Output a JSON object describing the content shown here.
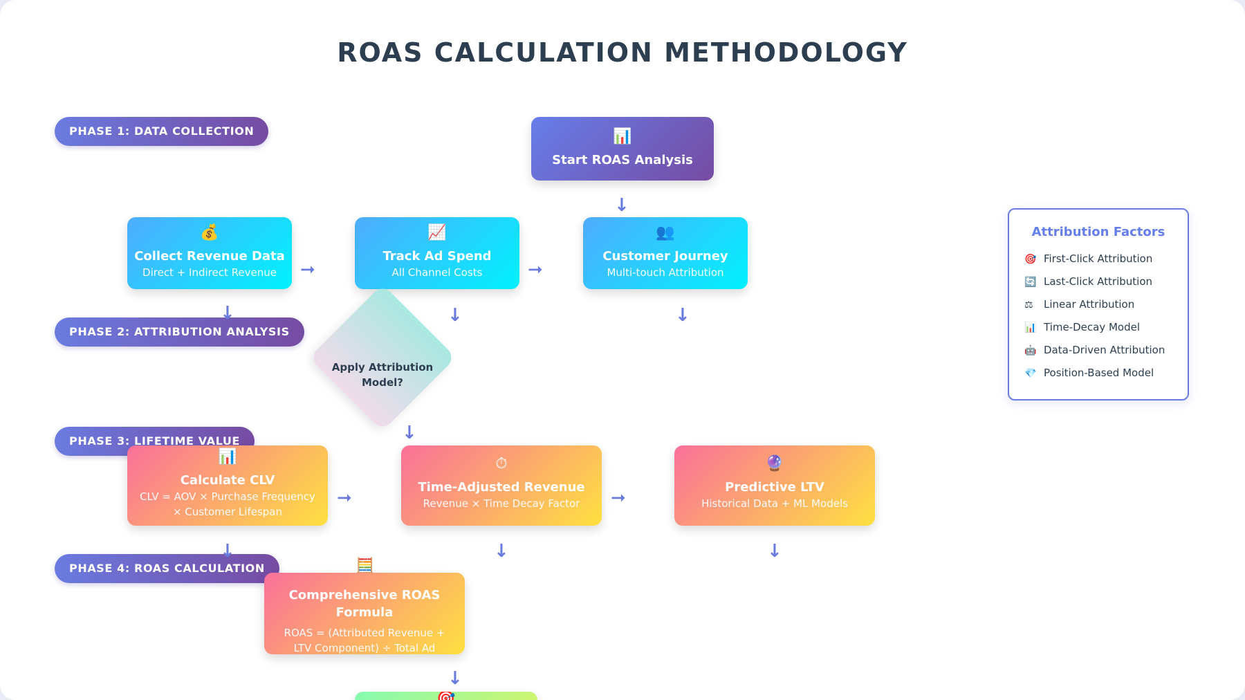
{
  "title": "ROAS CALCULATION METHODOLOGY",
  "phases": [
    {
      "label": "PHASE 1: DATA COLLECTION"
    },
    {
      "label": "PHASE 2: ATTRIBUTION ANALYSIS"
    },
    {
      "label": "PHASE 3: LIFETIME VALUE"
    },
    {
      "label": "PHASE 4: ROAS CALCULATION"
    }
  ],
  "nodes": {
    "start": {
      "icon": "📊",
      "title": "Start ROAS Analysis",
      "color": "#667eea"
    },
    "collect_revenue": {
      "icon": "💰",
      "title": "Collect Revenue Data",
      "subtitle": "Direct + Indirect Revenue"
    },
    "track_ad_spend": {
      "icon": "📈",
      "title": "Track Ad Spend",
      "subtitle": "All Channel Costs"
    },
    "customer_journey": {
      "icon": "👥",
      "title": "Customer Journey",
      "subtitle": "Multi-touch Attribution"
    },
    "attribution_decision": {
      "title": "Apply Attribution Model?"
    },
    "calculate_clv": {
      "icon": "📊",
      "title": "Calculate CLV",
      "subtitle": "CLV = AOV × Purchase Frequency × Customer Lifespan"
    },
    "time_adjusted": {
      "icon": "⏱",
      "title": "Time-Adjusted Revenue",
      "subtitle": "Revenue × Time Decay Factor"
    },
    "predictive_ltv": {
      "icon": "🔮",
      "title": "Predictive LTV",
      "subtitle": "Historical Data + ML Models"
    },
    "roas_formula": {
      "icon": "🧮",
      "title": "Comprehensive ROAS Formula",
      "subtitle": "ROAS = (Attributed Revenue + LTV Component) ÷ Total Ad Spend"
    },
    "final": {
      "icon": "🎯"
    }
  },
  "legend": {
    "title": "Attribution Factors",
    "items": [
      {
        "icon": "🎯",
        "icon_name": "target-icon",
        "label": "First-Click Attribution"
      },
      {
        "icon": "🔄",
        "icon_name": "refresh-icon",
        "label": "Last-Click Attribution"
      },
      {
        "icon": "⚖",
        "icon_name": "scale-icon",
        "label": "Linear Attribution"
      },
      {
        "icon": "📊",
        "icon_name": "bar-chart-icon",
        "label": "Time-Decay Model"
      },
      {
        "icon": "🤖",
        "icon_name": "robot-icon",
        "label": "Data-Driven Attribution"
      },
      {
        "icon": "💎",
        "icon_name": "gem-icon",
        "label": "Position-Based Model"
      }
    ]
  },
  "colors": {
    "accent": "#6a7be0",
    "phase_gradient": [
      "#667eea",
      "#764ba2"
    ],
    "blue_gradient": [
      "#4facfe",
      "#00f2fe"
    ],
    "warm_gradient": [
      "#fa709a",
      "#fee140"
    ],
    "title_text": "#2c3e50"
  }
}
